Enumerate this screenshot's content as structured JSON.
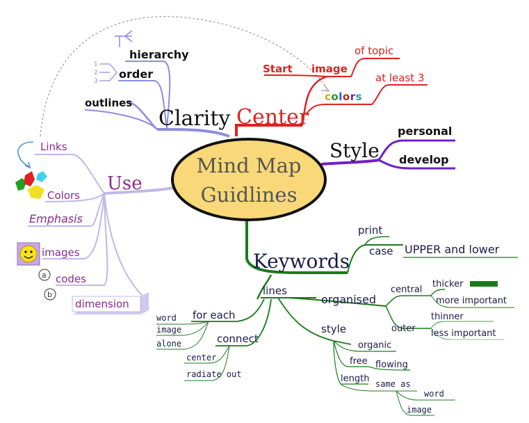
{
  "center": {
    "line1": "Mind Map",
    "line2": "Guidlines"
  },
  "branches": {
    "clarity": {
      "label": "Clarity",
      "items": [
        "hierarchy",
        "order",
        "outlines"
      ],
      "order_numbers": [
        "1",
        "2",
        "3"
      ]
    },
    "center": {
      "label": "Center",
      "start": "Start",
      "image": "image",
      "of_topic": "of topic",
      "colors": "colors",
      "at_least_3": "at least 3"
    },
    "style": {
      "label": "Style",
      "items": [
        "personal",
        "develop"
      ]
    },
    "use": {
      "label": "Use",
      "items": [
        "Links",
        "Colors",
        "Emphasis",
        "images",
        "codes",
        "dimension"
      ],
      "code_marks": [
        "a",
        "b"
      ]
    },
    "keywords": {
      "label": "Keywords",
      "print": "print",
      "case": "case",
      "upper_lower": "UPPER and lower",
      "lines": "lines",
      "organised": "organised",
      "central": "central",
      "thicker": "thicker",
      "more_important": "more important",
      "outer": "outer",
      "thinner": "thinner",
      "less_important": "less important",
      "style": "style",
      "organic": "organic",
      "free": "free",
      "flowing": "flowing",
      "length": "length",
      "same_as": "same as",
      "word2": "word",
      "image2": "image",
      "for_each": "for each",
      "word": "word",
      "image": "image",
      "alone": "alone",
      "connect": "connect",
      "center": "center",
      "radiate_out": "radiate out"
    }
  },
  "colors": {
    "clarity": "#8c8ce0",
    "center": "#e02020",
    "style": "#7020c8",
    "use": "#c0b8e8",
    "use_text": "#8a2a8a",
    "keywords": "#1a7a1a",
    "ellipse_fill": "#f8d878",
    "text_navy": "#1a1a4a"
  }
}
